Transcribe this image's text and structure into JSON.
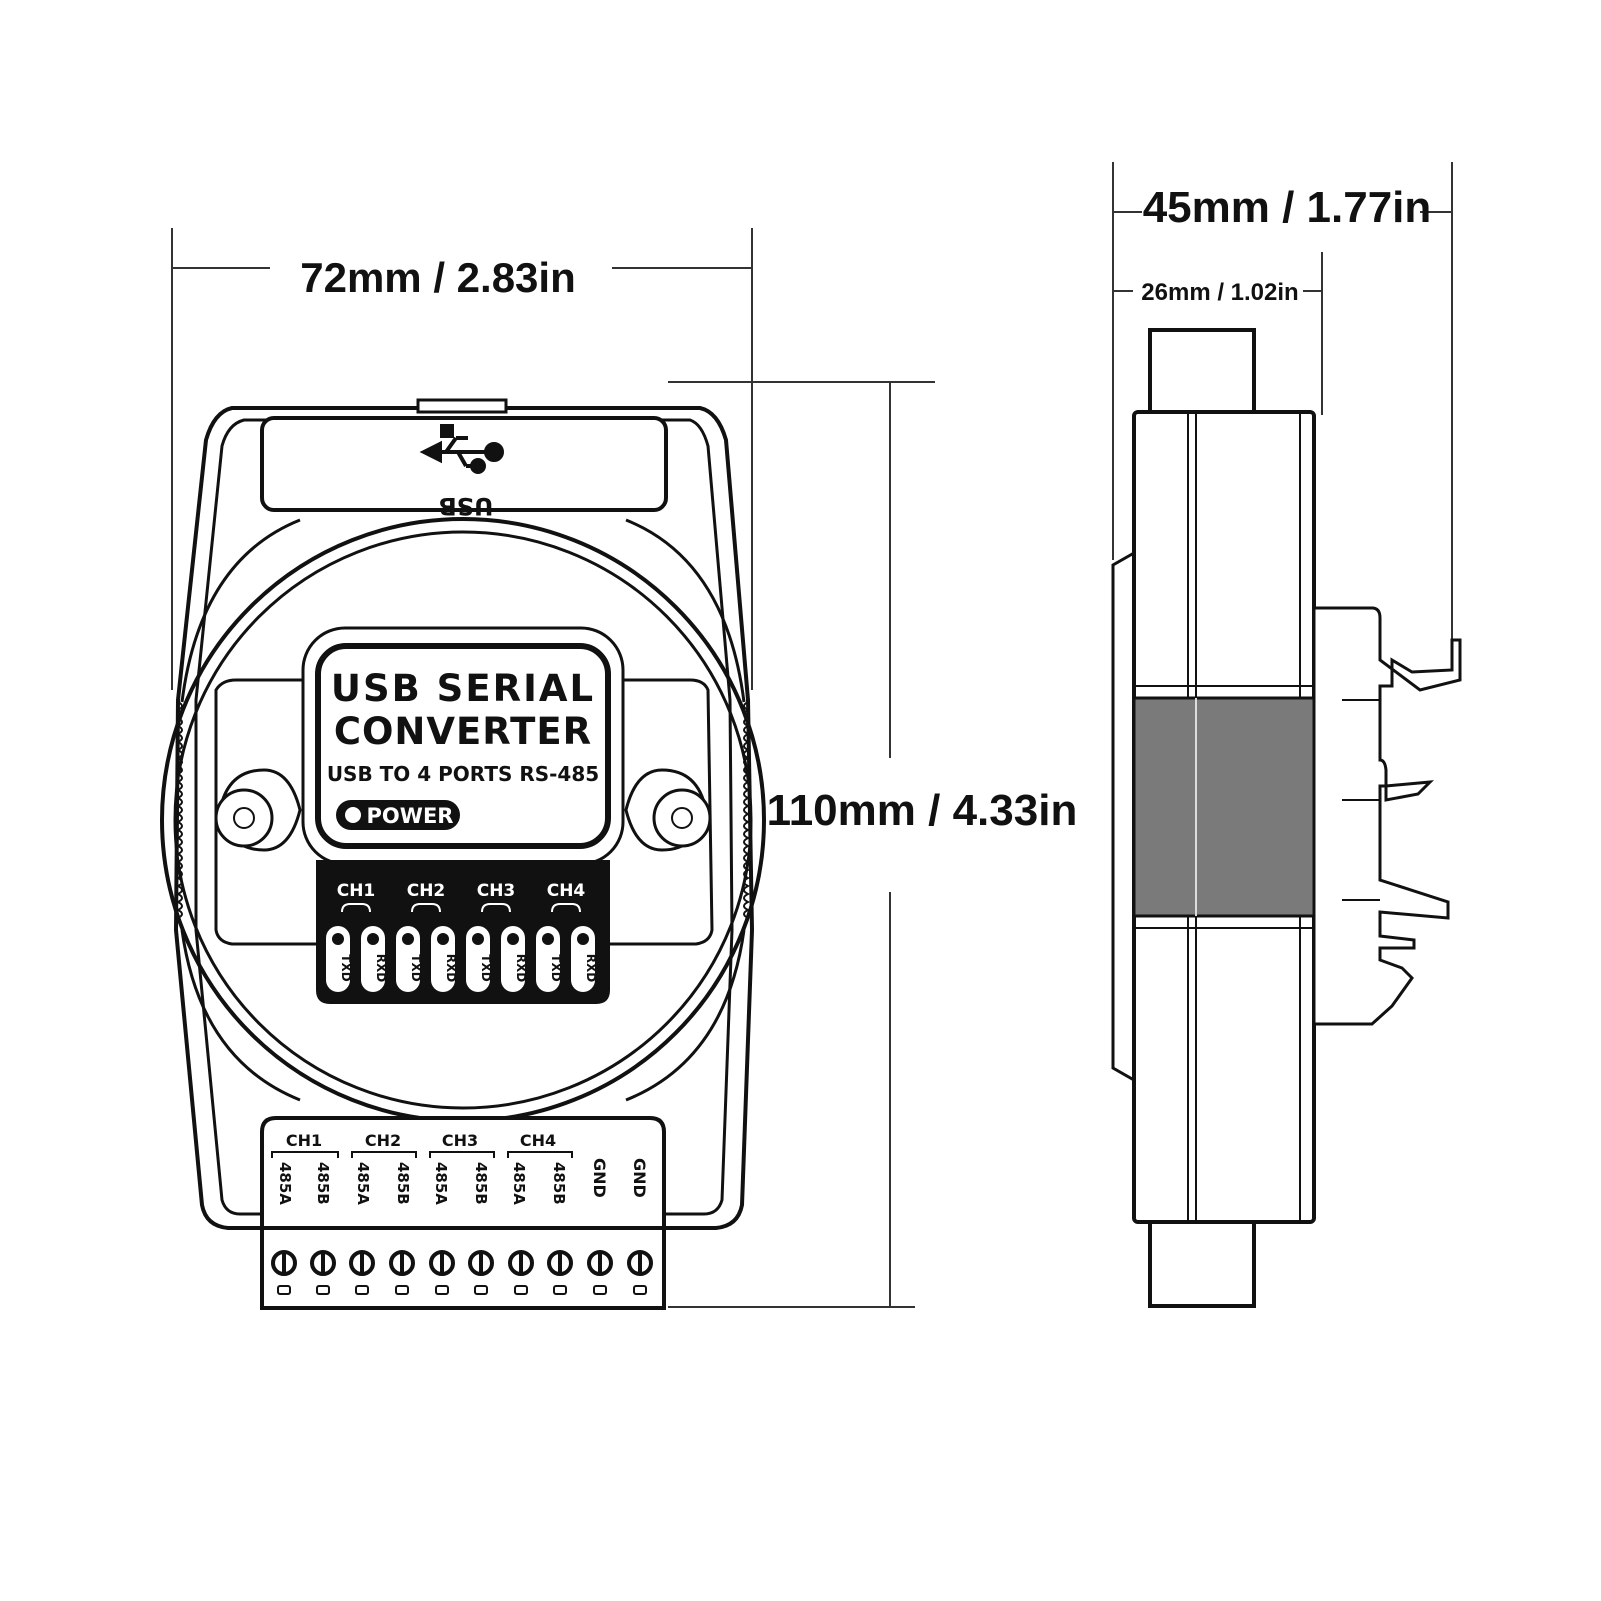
{
  "dimensions": {
    "front_width": "72mm / 2.83in",
    "front_height": "110mm / 4.33in",
    "side_total_depth": "45mm / 1.77in",
    "side_body_depth": "26mm / 1.02in"
  },
  "device": {
    "usb_label": "USB",
    "title_line1": "USB SERIAL",
    "title_line2": "CONVERTER",
    "subtitle": "USB TO 4 PORTS RS-485",
    "power_label": "POWER",
    "led_channels": [
      {
        "label": "CH1",
        "tx": "TXD",
        "rx": "RXD"
      },
      {
        "label": "CH2",
        "tx": "TXD",
        "rx": "RXD"
      },
      {
        "label": "CH3",
        "tx": "TXD",
        "rx": "RXD"
      },
      {
        "label": "CH4",
        "tx": "TXD",
        "rx": "RXD"
      }
    ],
    "terminal_channels": [
      {
        "label": "CH1",
        "a": "485A",
        "b": "485B"
      },
      {
        "label": "CH2",
        "a": "485A",
        "b": "485B"
      },
      {
        "label": "CH3",
        "a": "485A",
        "b": "485B"
      },
      {
        "label": "CH4",
        "a": "485A",
        "b": "485B"
      }
    ],
    "gnd_labels": [
      "GND",
      "GND"
    ]
  },
  "colors": {
    "line": "#111111",
    "panel_dark": "#111111",
    "grip_fill": "#7a7a7a"
  }
}
